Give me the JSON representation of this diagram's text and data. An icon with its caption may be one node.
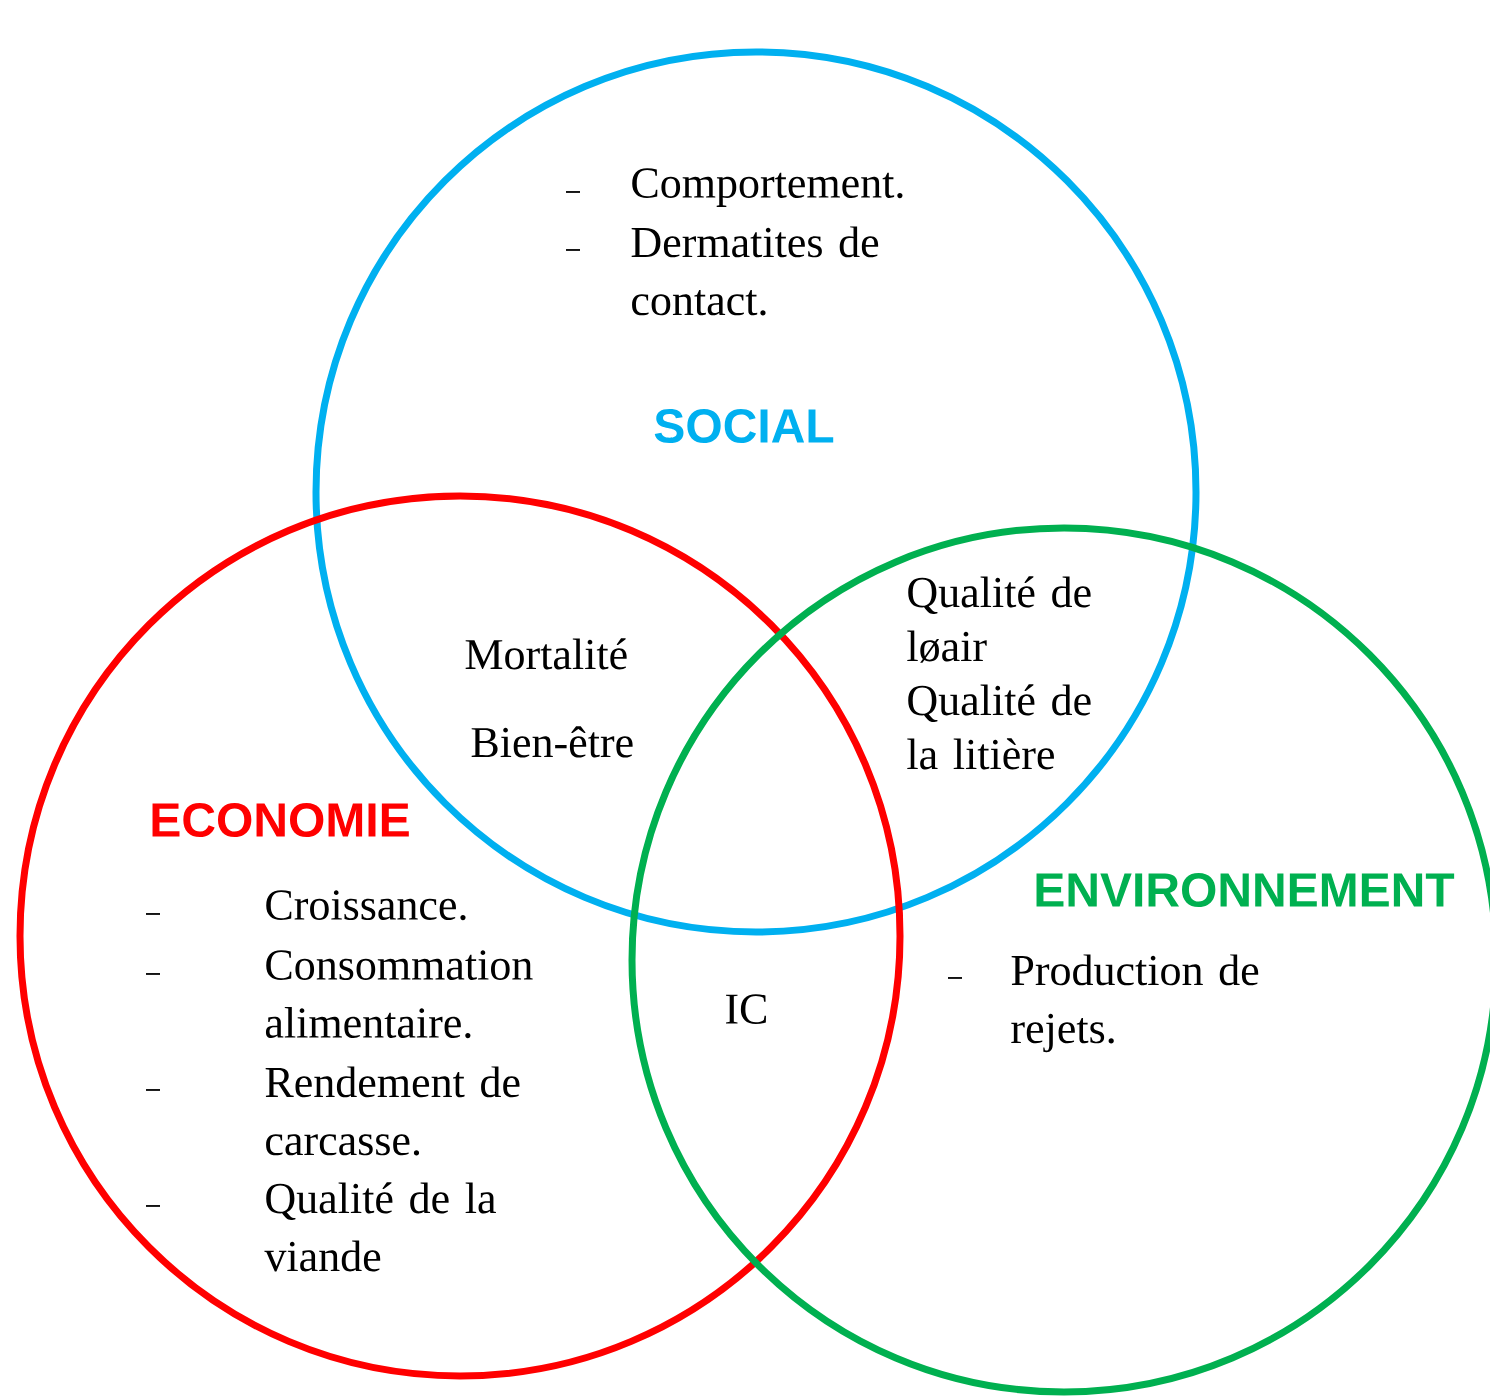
{
  "diagram": {
    "nodes": [
      {
        "text": [
          "Comportement.",
          "Dermatites de contact.",
          "SOCIAL"
        ]
      },
      {
        "text": [
          "ECONOMIE",
          "Croissance.",
          "Consommation alimentaire.",
          "Rendement de carcasse.",
          "Qualité de la viande"
        ]
      },
      {
        "text": [
          "ENVIRONNEMENT",
          "Production de rejets."
        ]
      }
    ],
    "labels": [
      "Mortalité",
      "Bien-être",
      "Qualité de løair",
      "Qualité de la litière",
      "IC"
    ]
  }
}
